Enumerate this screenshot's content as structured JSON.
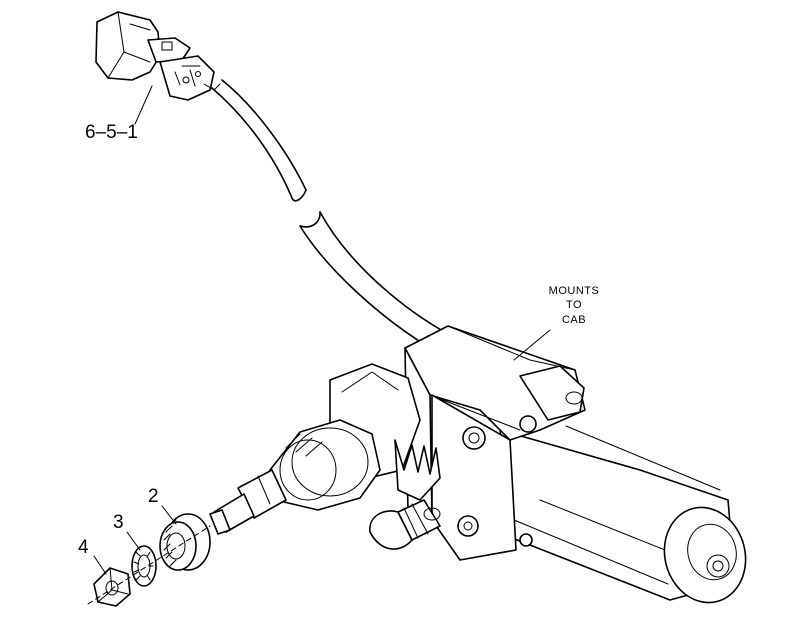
{
  "callouts": {
    "connector": "6–5–1",
    "part_2": "2",
    "part_3": "3",
    "part_4": "4"
  },
  "note": {
    "line1": "MOUNTS",
    "line2": "TO",
    "line3": "CAB"
  }
}
